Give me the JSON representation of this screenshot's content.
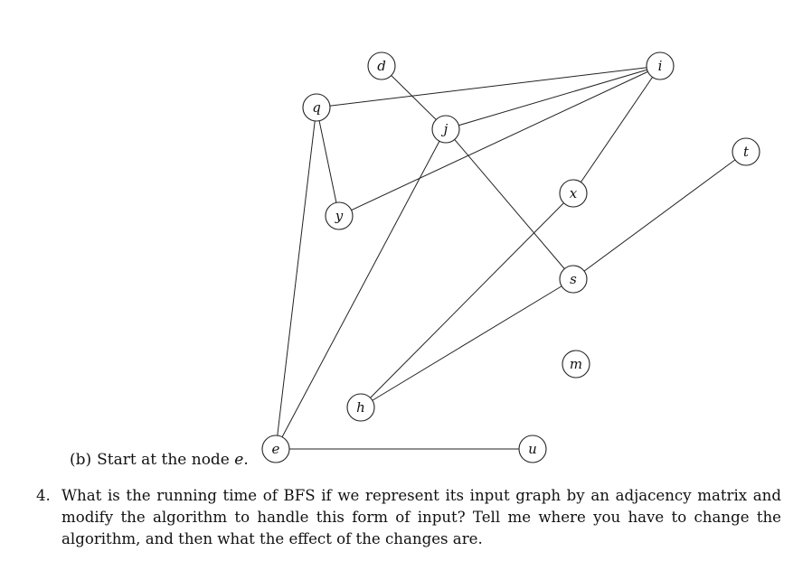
{
  "graph": {
    "nodes": [
      {
        "id": "d",
        "label": "d"
      },
      {
        "id": "i",
        "label": "i"
      },
      {
        "id": "q",
        "label": "q"
      },
      {
        "id": "j",
        "label": "j"
      },
      {
        "id": "t",
        "label": "t"
      },
      {
        "id": "x",
        "label": "x"
      },
      {
        "id": "y",
        "label": "y"
      },
      {
        "id": "s",
        "label": "s"
      },
      {
        "id": "m",
        "label": "m"
      },
      {
        "id": "h",
        "label": "h"
      },
      {
        "id": "e",
        "label": "e"
      },
      {
        "id": "u",
        "label": "u"
      }
    ],
    "edges": [
      [
        "d",
        "j"
      ],
      [
        "q",
        "i"
      ],
      [
        "j",
        "i"
      ],
      [
        "y",
        "i"
      ],
      [
        "x",
        "i"
      ],
      [
        "q",
        "y"
      ],
      [
        "q",
        "e"
      ],
      [
        "j",
        "e"
      ],
      [
        "j",
        "s"
      ],
      [
        "x",
        "h"
      ],
      [
        "s",
        "h"
      ],
      [
        "t",
        "s"
      ],
      [
        "e",
        "u"
      ]
    ]
  },
  "part_b": {
    "label": "(b)",
    "text": "Start at the node",
    "node": "e",
    "end": "."
  },
  "question": {
    "number": "4.",
    "text": "What is the running time of BFS if we represent its input graph by an adjacency matrix and modify the algorithm to handle this form of input? Tell me where you have to change the algorithm, and then what the effect of the changes are."
  }
}
